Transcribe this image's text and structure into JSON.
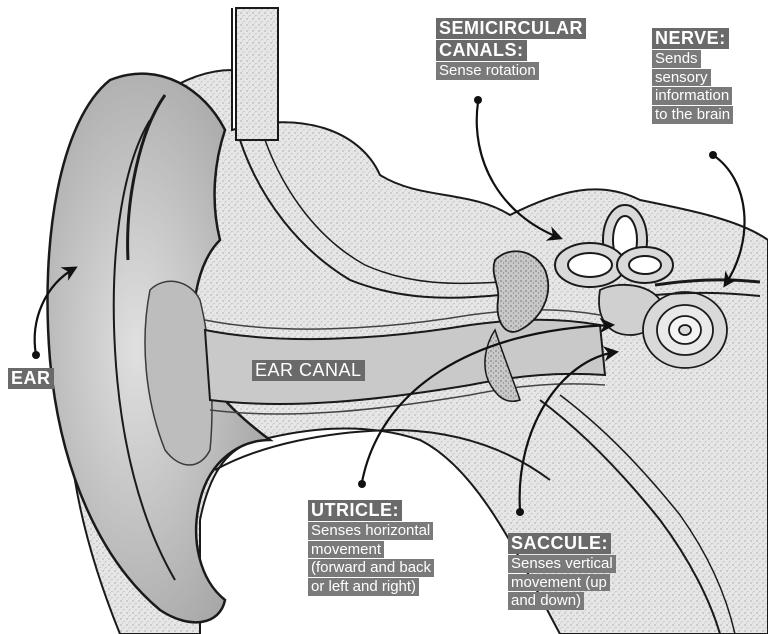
{
  "colors": {
    "tissue": "#dcdcdc",
    "tissue_dark": "#b8b8b8",
    "outline": "#1a1a1a",
    "label_bg": "#6a6a6a",
    "label_text": "#ffffff"
  },
  "labels": {
    "ear": {
      "title": "EAR"
    },
    "ear_canal": {
      "title": "EAR CANAL"
    },
    "semicircular": {
      "title_line1": "SEMICIRCULAR",
      "title_line2": "CANALS:",
      "desc": "Sense rotation"
    },
    "nerve": {
      "title": "NERVE:",
      "lines": [
        "Sends",
        "sensory",
        "information",
        "to the brain"
      ]
    },
    "utricle": {
      "title": "UTRICLE:",
      "lines": [
        "Senses horizontal",
        "movement",
        "(forward and back",
        "or left and right)"
      ]
    },
    "saccule": {
      "title": "SACCULE:",
      "lines": [
        "Senses vertical",
        "movement (up",
        "and down)"
      ]
    }
  }
}
